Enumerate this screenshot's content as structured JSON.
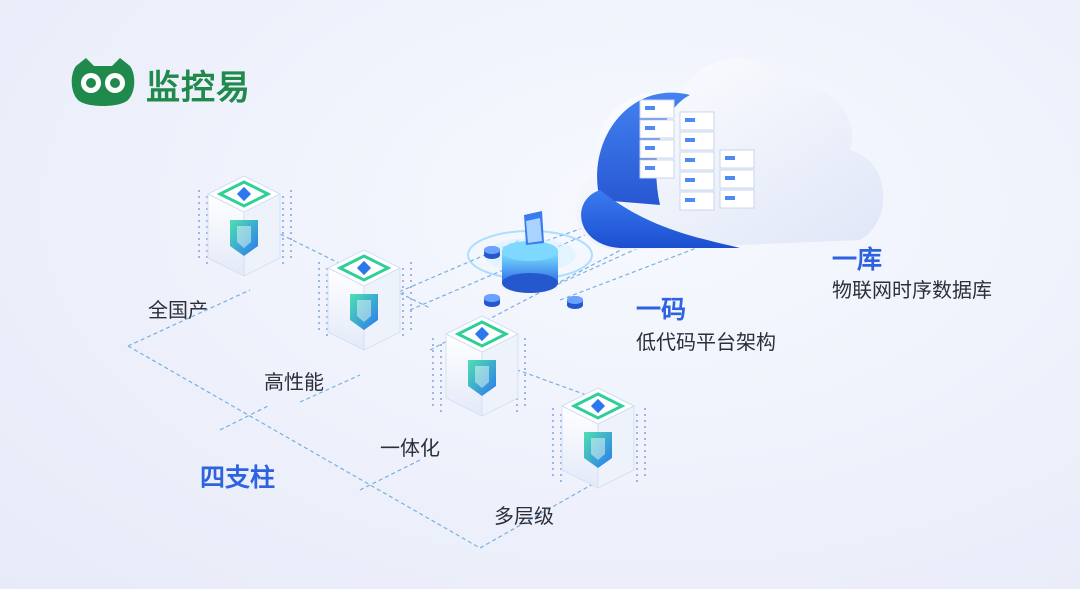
{
  "brand": {
    "name": "监控易",
    "color": "#1f8a4c"
  },
  "pillars": {
    "title": "四支柱",
    "items": [
      "全国产",
      "高性能",
      "一体化",
      "多层级"
    ]
  },
  "code": {
    "title": "一码",
    "subtitle": "低代码平台架构"
  },
  "library": {
    "title": "一库",
    "subtitle": "物联网时序数据库"
  },
  "colors": {
    "accent": "#2d63e0",
    "cube_green": "#2fcf9a",
    "cube_blue": "#3a7bf0"
  }
}
